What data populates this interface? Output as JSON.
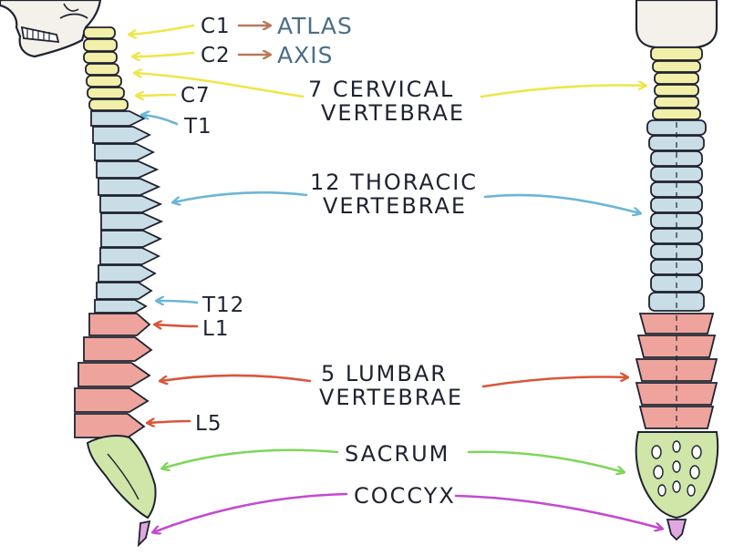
{
  "colors": {
    "ink": "#1f2330",
    "cervical": "#f1efa8",
    "thoracic": "#c9dde6",
    "lumbar": "#eea49c",
    "sacrum": "#cfe6a8",
    "coccyx": "#e1a8e0",
    "skull": "#f3f1ea",
    "arrow_cervical": "#eee64a",
    "arrow_thoracic": "#6bb6d6",
    "arrow_lumbar": "#d9563a",
    "arrow_sacrum": "#7fd65a",
    "arrow_coccyx": "#c24ad0",
    "arrow_atlas": "#b67a5a",
    "atlas_text": "#4a6e86"
  },
  "labels": {
    "c1": "C1",
    "atlas": "ATLAS",
    "c2": "C2",
    "axis": "AXIS",
    "c7": "C7",
    "t1": "T1",
    "t12": "T12",
    "l1": "L1",
    "l5": "L5",
    "cervical_1": "7 CERVICAL",
    "cervical_2": "VERTEBRAE",
    "thoracic_1": "12 THORACIC",
    "thoracic_2": "VERTEBRAE",
    "lumbar_1": "5 LUMBAR",
    "lumbar_2": "VERTEBRAE",
    "sacrum": "SACRUM",
    "coccyx": "COCCYX"
  }
}
